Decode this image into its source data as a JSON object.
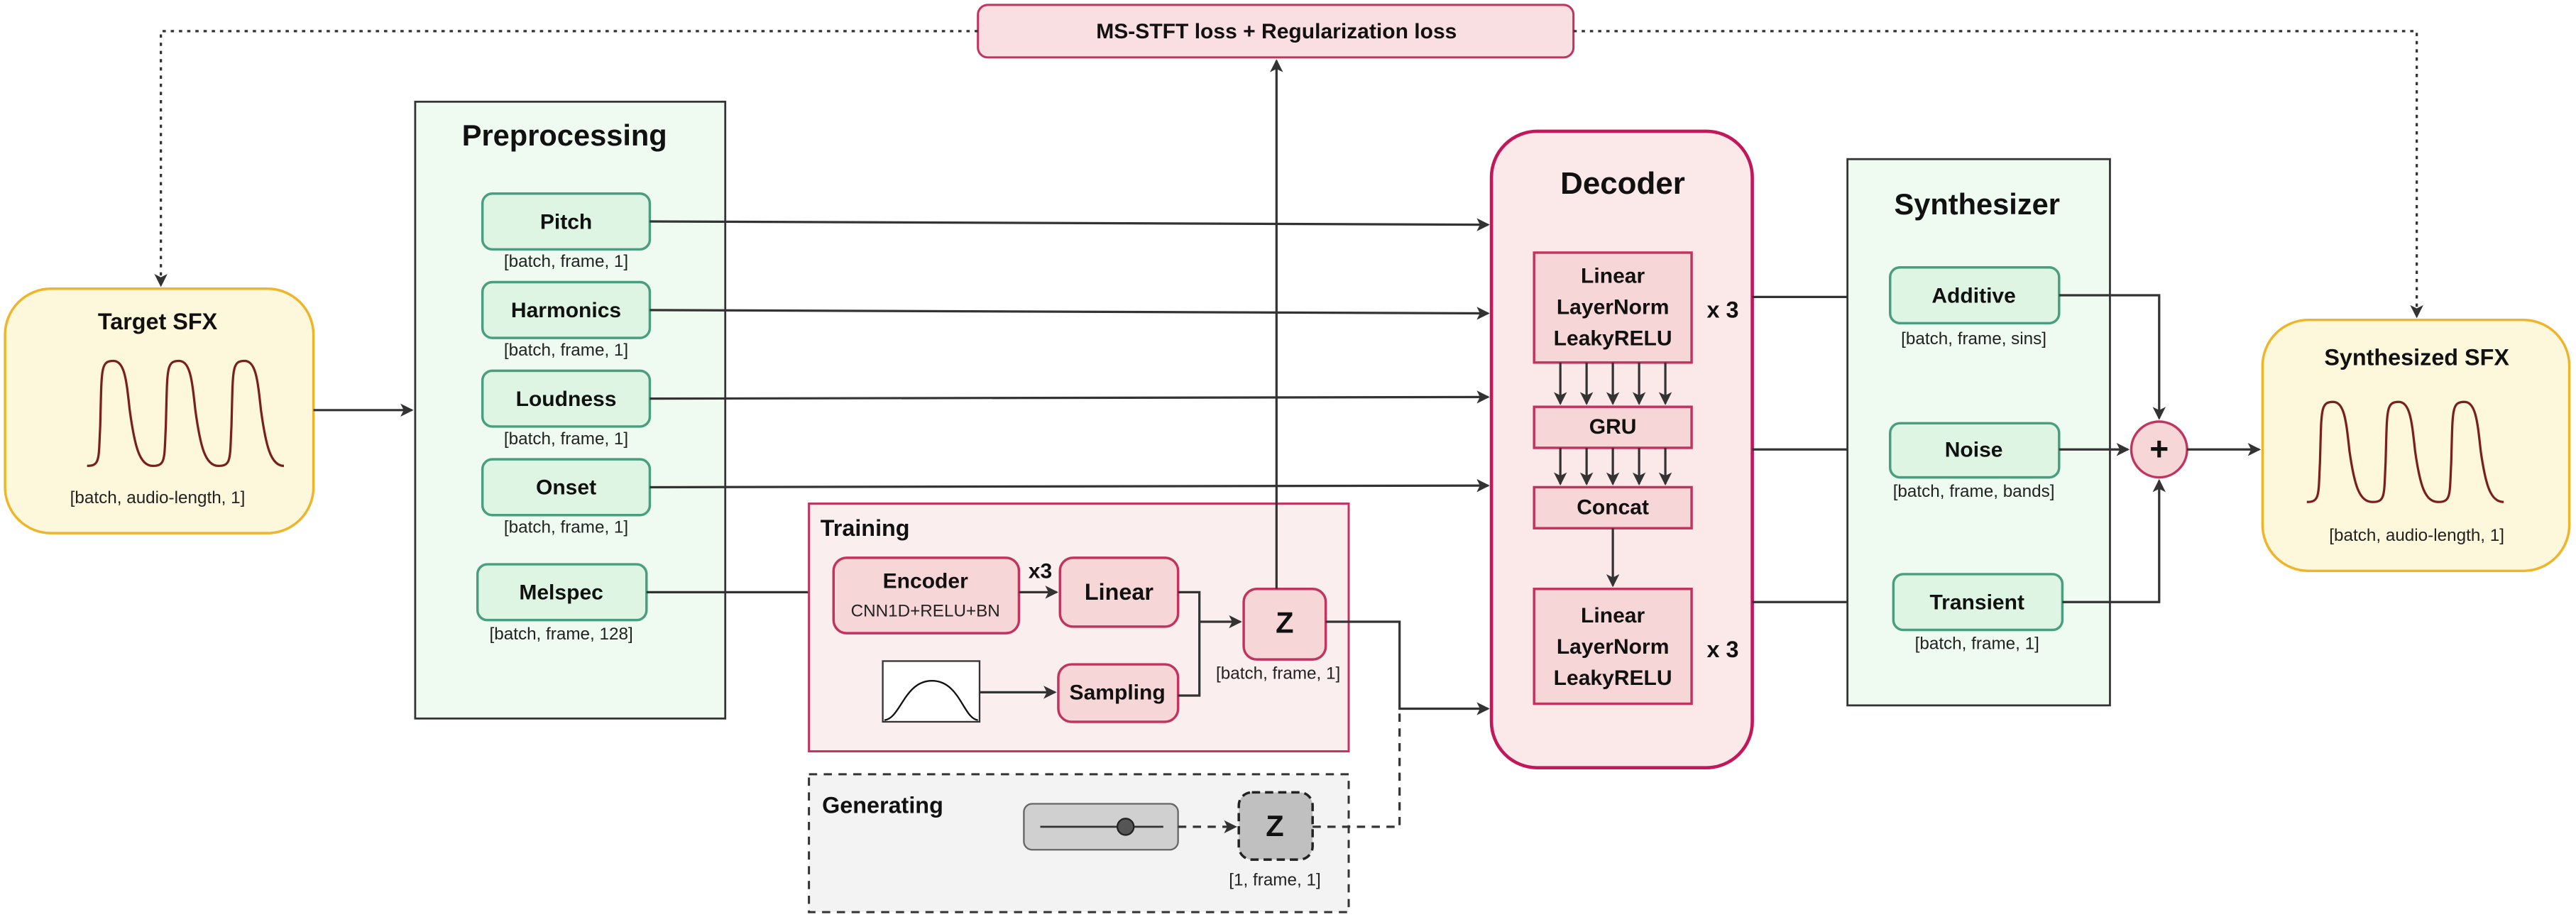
{
  "loss": {
    "label": "MS-STFT loss + Regularization loss"
  },
  "target": {
    "title": "Target SFX",
    "shape": "[batch, audio-length, 1]"
  },
  "preprocessing": {
    "title": "Preprocessing",
    "features": [
      {
        "label": "Pitch",
        "shape": "[batch, frame, 1]"
      },
      {
        "label": "Harmonics",
        "shape": "[batch, frame, 1]"
      },
      {
        "label": "Loudness",
        "shape": "[batch, frame, 1]"
      },
      {
        "label": "Onset",
        "shape": "[batch, frame, 1]"
      },
      {
        "label": "Melspec",
        "shape": "[batch, frame, 128]"
      }
    ]
  },
  "training": {
    "title": "Training",
    "encoder": "Encoder",
    "encoder_sub": "CNN1D+RELU+BN",
    "repeat": "x3",
    "linear": "Linear",
    "sampling": "Sampling",
    "z": "Z",
    "z_shape": "[batch, frame, 1]"
  },
  "generating": {
    "title": "Generating",
    "z": "Z",
    "z_shape": "[1, frame, 1]"
  },
  "decoder": {
    "title": "Decoder",
    "block1": [
      "Linear",
      "LayerNorm",
      "LeakyRELU"
    ],
    "repeat1": "x 3",
    "gru": "GRU",
    "concat": "Concat",
    "block2": [
      "Linear",
      "LayerNorm",
      "LeakyRELU"
    ],
    "repeat2": "x 3"
  },
  "synthesizer": {
    "title": "Synthesizer",
    "modules": [
      {
        "label": "Additive",
        "shape": "[batch, frame, sins]"
      },
      {
        "label": "Noise",
        "shape": "[batch, frame, bands]"
      },
      {
        "label": "Transient",
        "shape": "[batch, frame, 1]"
      }
    ],
    "sum": "+"
  },
  "output": {
    "title": "Synthesized SFX",
    "shape": "[batch, audio-length, 1]"
  },
  "colors": {
    "yellow": "#fdf7dc",
    "green": "#dff5e3",
    "pink": "#f7d6d7",
    "crimson": "#c2345f"
  }
}
